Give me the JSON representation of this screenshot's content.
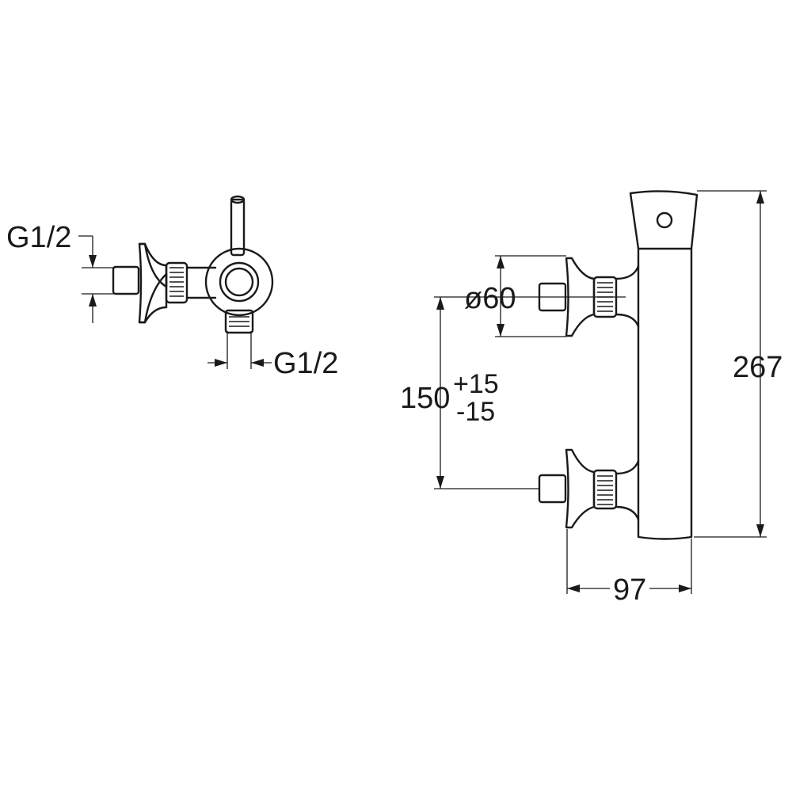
{
  "side_view": {
    "inlet_thread_label": "G1/2",
    "outlet_thread_label": "G1/2"
  },
  "front_view": {
    "rosette_diameter_label": "ø60",
    "center_distance_nominal": "150",
    "center_distance_tol_plus": "+15",
    "center_distance_tol_minus": "-15",
    "total_height_label": "267",
    "depth_label": "97"
  }
}
